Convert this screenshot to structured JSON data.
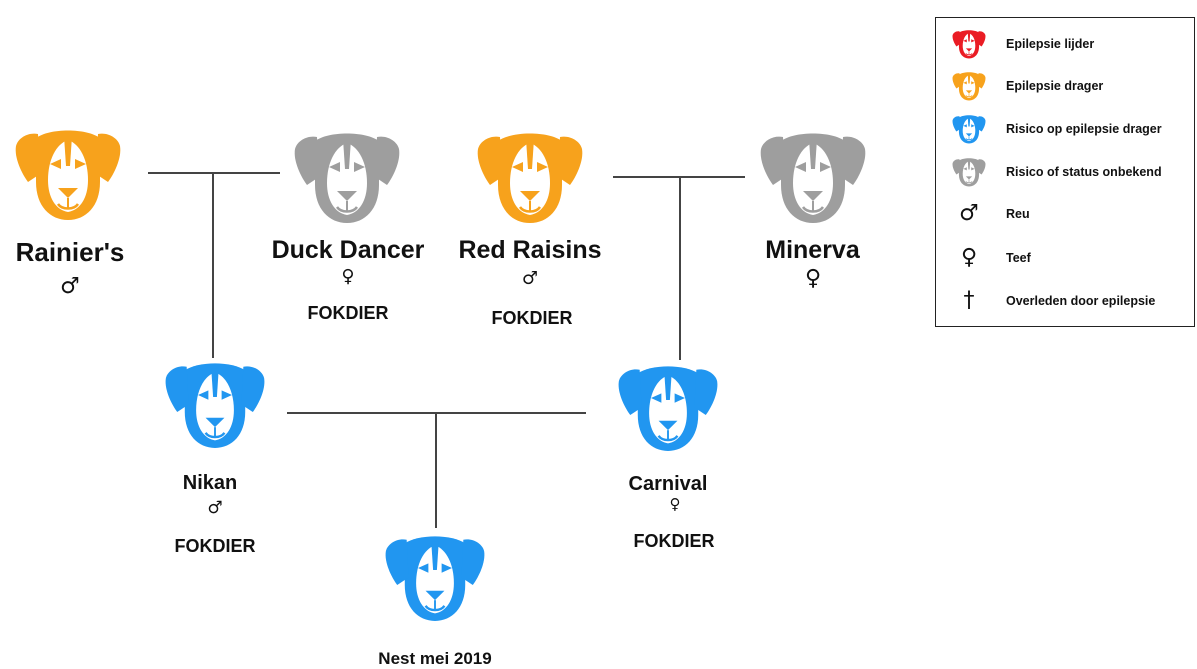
{
  "colors": {
    "lijder": "#ea1c24",
    "drager": "#f7a21c",
    "risico": "#2196f0",
    "onbekend": "#9e9e9e"
  },
  "dogs": [
    {
      "name": "Rainier's",
      "symbol": "♂",
      "status": "drager",
      "fokdier": ""
    },
    {
      "name": "Duck Dancer",
      "symbol": "♀",
      "status": "onbekend",
      "fokdier": "FOKDIER"
    },
    {
      "name": "Red Raisins",
      "symbol": "♂",
      "status": "drager",
      "fokdier": "FOKDIER"
    },
    {
      "name": "Minerva",
      "symbol": "♀",
      "status": "onbekend",
      "fokdier": ""
    },
    {
      "name": "Nikan",
      "symbol": "♂",
      "status": "risico",
      "fokdier": "FOKDIER"
    },
    {
      "name": "Carnival",
      "symbol": "♀",
      "status": "risico",
      "fokdier": "FOKDIER"
    },
    {
      "name": "Nest mei 2019",
      "symbol": "",
      "status": "risico",
      "fokdier": ""
    }
  ],
  "legend": {
    "items": [
      {
        "kind": "dog",
        "status": "lijder",
        "label": "Epilepsie lijder"
      },
      {
        "kind": "dog",
        "status": "drager",
        "label": "Epilepsie drager"
      },
      {
        "kind": "dog",
        "status": "risico",
        "label": "Risico op epilepsie drager"
      },
      {
        "kind": "dog",
        "status": "onbekend",
        "label": "Risico of status onbekend"
      },
      {
        "kind": "symbol",
        "symbol": "♂",
        "label": "Reu"
      },
      {
        "kind": "symbol",
        "symbol": "♀",
        "label": "Teef"
      },
      {
        "kind": "symbol",
        "symbol": "†",
        "label": "Overleden door epilepsie"
      }
    ]
  }
}
